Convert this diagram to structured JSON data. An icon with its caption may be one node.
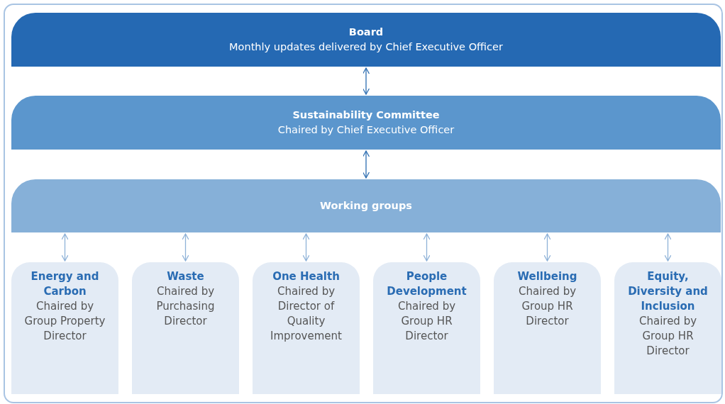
{
  "diagram": {
    "nodes": [
      {
        "text": [
          "Board",
          "Monthly updates delivered by Chief Executive Officer"
        ]
      },
      {
        "text": [
          "Sustainability Committee",
          "Chaired by Chief Executive Officer"
        ]
      },
      {
        "text": [
          "Working groups"
        ]
      },
      {
        "text": [
          "Energy and Carbon",
          "Chaired by Group Property Director"
        ]
      },
      {
        "text": [
          "Waste",
          "Chaired by Purchasing Director"
        ]
      },
      {
        "text": [
          "One Health",
          "Chaired by Director of Quality Improvement"
        ]
      },
      {
        "text": [
          "People Development",
          "Chaired by Group HR Director"
        ]
      },
      {
        "text": [
          "Wellbeing",
          "Chaired by Group HR Director"
        ]
      },
      {
        "text": [
          "Equity, Diversity and Inclusion",
          "Chaired by Group HR Director"
        ]
      }
    ],
    "edges": [
      {
        "from": 0,
        "to": 1,
        "arrow": "both",
        "color": "#2b6cb0"
      },
      {
        "from": 1,
        "to": 2,
        "arrow": "both",
        "color": "#2b6cb0"
      },
      {
        "from": 2,
        "to": 3,
        "arrow": "both"
      },
      {
        "from": 2,
        "to": 4,
        "arrow": "both"
      },
      {
        "from": 2,
        "to": 5,
        "arrow": "both"
      },
      {
        "from": 2,
        "to": 6,
        "arrow": "both"
      },
      {
        "from": 2,
        "to": 7,
        "arrow": "both"
      },
      {
        "from": 2,
        "to": 8,
        "arrow": "both"
      }
    ]
  }
}
